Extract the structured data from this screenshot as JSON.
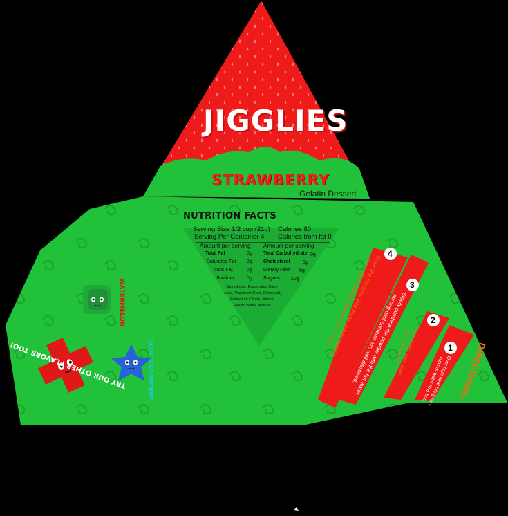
{
  "brand": {
    "name": "JIGGLIES",
    "flavor": "STRAWBERRY",
    "product_type": "Gelatin Dessert"
  },
  "nutrition": {
    "title": "NUTRITION FACTS",
    "serving_size_label": "Serving Size 1/2 cup (21g)",
    "servings_per_container_label": "Serving Per Container 4",
    "calories_label": "Calories 80",
    "calories_fat_label": "Calories from fat 0",
    "amount_header_left": "Amount per serving",
    "amount_header_right": "Amount per serving",
    "rows_left": [
      {
        "name": "Total Fat",
        "value": "0g"
      },
      {
        "name": "Saturated Fat",
        "value": "0g"
      },
      {
        "name": "Trans Fat",
        "value": "0g"
      },
      {
        "name": "Sodium",
        "value": "0g"
      }
    ],
    "rows_right": [
      {
        "name": "Total Carbohydrate",
        "value": "0g"
      },
      {
        "name": "Cholesterol",
        "value": "0g"
      },
      {
        "name": "Dietary Fiber",
        "value": "0g"
      },
      {
        "name": "Sugars",
        "value": "20g"
      }
    ],
    "ingredients_line1": "Ingredients: Evaporated Cane",
    "ingredients_line2": "Juice, Vegetable Gum, Citric Acid,",
    "ingredients_line3": "Potassium Citrate, Natural",
    "ingredients_line4": "Flavor, Beta Carotene"
  },
  "flavors": {
    "watermelon": "WATERMELON",
    "blue_raspberry": "BLUE RASPBERRY",
    "try_text": "TRY OUR OTHER FLAVORS TOO!"
  },
  "directions": {
    "title": "DIRECTIONS:",
    "steps": [
      {
        "number": "1",
        "line1": "Over high heat bring two",
        "line2": "cups of water to a boil."
      },
      {
        "number": "2",
        "line1": "Once boiled, pour water",
        "line2": "into mixing bowl."
      },
      {
        "number": "3",
        "line1": "Slowly combine the powder with the hot water,",
        "line2": "stirring until contents are well dissolved."
      },
      {
        "number": "4",
        "line1": "Pour the mixture into mold, cover tightly,",
        "line2": "then refrigerate for minimum of 4 hours."
      }
    ]
  },
  "colors": {
    "green": "#21c13a",
    "red": "#ef1a1a",
    "orange_text": "#f26a16"
  }
}
